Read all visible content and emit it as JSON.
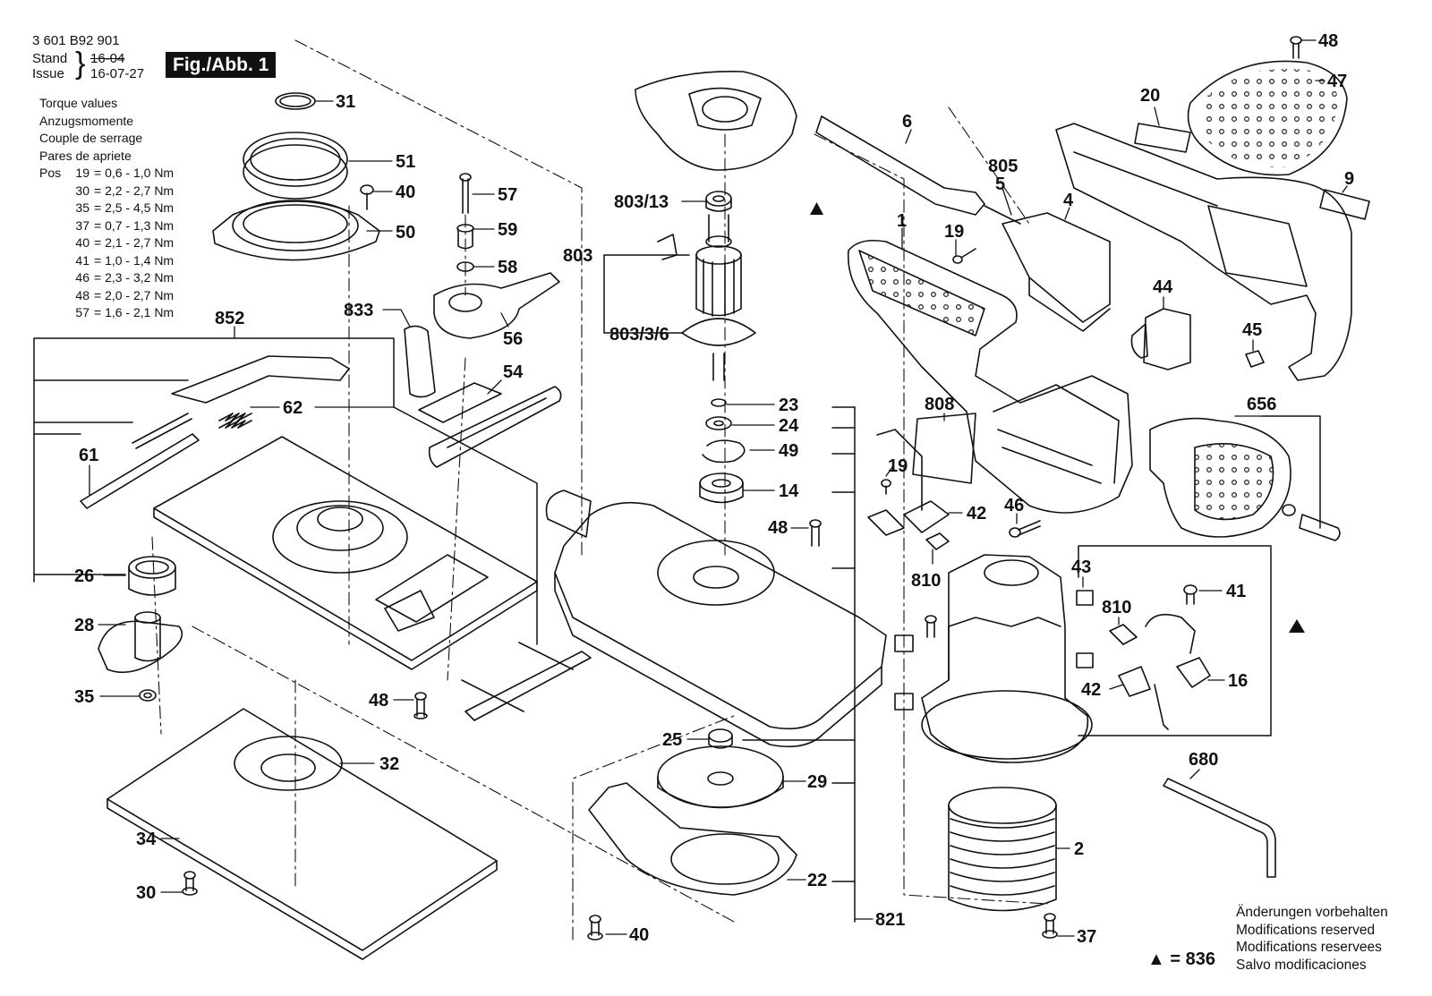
{
  "header": {
    "doc_number": "3 601 B92 901",
    "stand_label": "Stand",
    "issue_label": "Issue",
    "stand_date": "16-04",
    "issue_date": "16-07-27",
    "figure_label": "Fig./Abb. 1"
  },
  "torque": {
    "titles": [
      "Torque values",
      "Anzugsmomente",
      "Couple de serrage",
      "Pares de apriete"
    ],
    "pos_label": "Pos",
    "rows": [
      {
        "pos": "19",
        "value": "= 0,6 - 1,0 Nm"
      },
      {
        "pos": "30",
        "value": "= 2,2 - 2,7 Nm"
      },
      {
        "pos": "35",
        "value": "= 2,5 - 4,5 Nm"
      },
      {
        "pos": "37",
        "value": "= 0,7 - 1,3 Nm"
      },
      {
        "pos": "40",
        "value": "= 2,1 - 2,7 Nm"
      },
      {
        "pos": "41",
        "value": "= 1,0 - 1,4 Nm"
      },
      {
        "pos": "46",
        "value": "= 2,3 - 3,2 Nm"
      },
      {
        "pos": "48",
        "value": "= 2,0 - 2,7 Nm"
      },
      {
        "pos": "57",
        "value": "= 1,6 - 2,1 Nm"
      }
    ]
  },
  "footer": {
    "modifications": [
      "Änderungen vorbehalten",
      "Modifications reserved",
      "Modifications reservees",
      "Salvo modificaciones"
    ],
    "triangle_symbol": "▲",
    "triangle_legend": "= 836"
  },
  "callouts": [
    {
      "id": "c31",
      "label": "31"
    },
    {
      "id": "c51",
      "label": "51"
    },
    {
      "id": "c40a",
      "label": "40"
    },
    {
      "id": "c50",
      "label": "50"
    },
    {
      "id": "c57",
      "label": "57"
    },
    {
      "id": "c59",
      "label": "59"
    },
    {
      "id": "c58",
      "label": "58"
    },
    {
      "id": "c833",
      "label": "833"
    },
    {
      "id": "c56",
      "label": "56"
    },
    {
      "id": "c54",
      "label": "54"
    },
    {
      "id": "c852",
      "label": "852"
    },
    {
      "id": "c62",
      "label": "62"
    },
    {
      "id": "c61",
      "label": "61"
    },
    {
      "id": "c26",
      "label": "26"
    },
    {
      "id": "c28",
      "label": "28"
    },
    {
      "id": "c35",
      "label": "35"
    },
    {
      "id": "c48a",
      "label": "48"
    },
    {
      "id": "c32",
      "label": "32"
    },
    {
      "id": "c34",
      "label": "34"
    },
    {
      "id": "c30",
      "label": "30"
    },
    {
      "id": "c803_13",
      "label": "803/13"
    },
    {
      "id": "c803",
      "label": "803"
    },
    {
      "id": "c803_3_6",
      "label": "803/3/6"
    },
    {
      "id": "c23",
      "label": "23"
    },
    {
      "id": "c24",
      "label": "24"
    },
    {
      "id": "c49",
      "label": "49"
    },
    {
      "id": "c14",
      "label": "14"
    },
    {
      "id": "c48b",
      "label": "48"
    },
    {
      "id": "c25",
      "label": "25"
    },
    {
      "id": "c29",
      "label": "29"
    },
    {
      "id": "c22",
      "label": "22"
    },
    {
      "id": "c821",
      "label": "821"
    },
    {
      "id": "c40b",
      "label": "40"
    },
    {
      "id": "c6",
      "label": "6"
    },
    {
      "id": "c805",
      "label": "805"
    },
    {
      "id": "c5",
      "label": "5"
    },
    {
      "id": "c4",
      "label": "4"
    },
    {
      "id": "c1",
      "label": "1"
    },
    {
      "id": "c19a",
      "label": "19"
    },
    {
      "id": "c20",
      "label": "20"
    },
    {
      "id": "c48c",
      "label": "48"
    },
    {
      "id": "c47",
      "label": "47"
    },
    {
      "id": "c9",
      "label": "9"
    },
    {
      "id": "c44",
      "label": "44"
    },
    {
      "id": "c45",
      "label": "45"
    },
    {
      "id": "c656",
      "label": "656"
    },
    {
      "id": "c808",
      "label": "808"
    },
    {
      "id": "c19b",
      "label": "19"
    },
    {
      "id": "c42a",
      "label": "42"
    },
    {
      "id": "c46",
      "label": "46"
    },
    {
      "id": "c810a",
      "label": "810"
    },
    {
      "id": "c43",
      "label": "43"
    },
    {
      "id": "c41",
      "label": "41"
    },
    {
      "id": "c810b",
      "label": "810"
    },
    {
      "id": "c42b",
      "label": "42"
    },
    {
      "id": "c16",
      "label": "16"
    },
    {
      "id": "c680",
      "label": "680"
    },
    {
      "id": "c2",
      "label": "2"
    },
    {
      "id": "c37",
      "label": "37"
    }
  ]
}
